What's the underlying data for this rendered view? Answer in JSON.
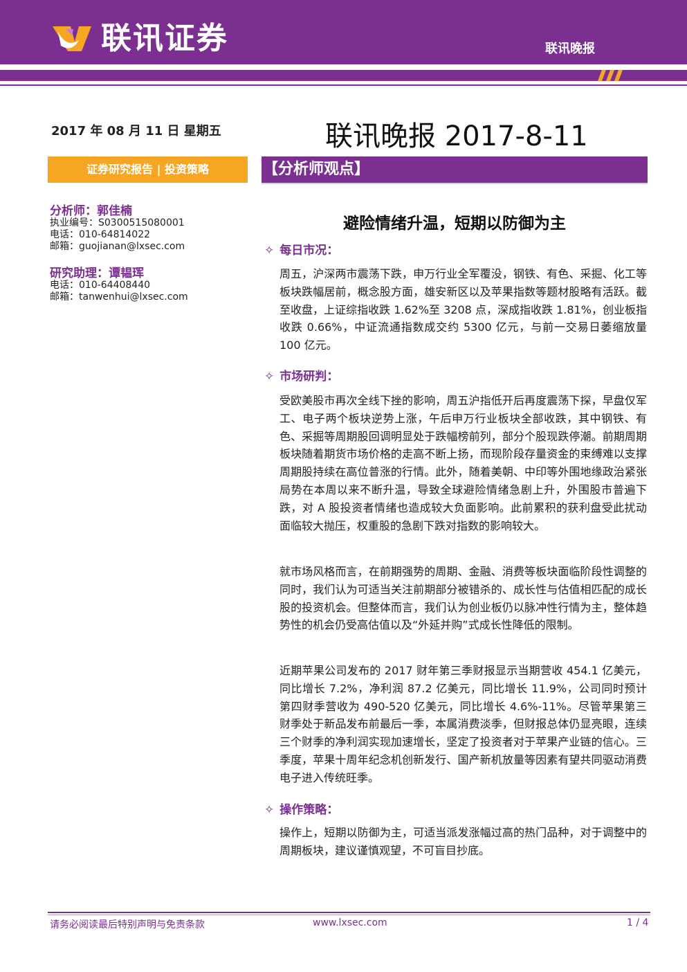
{
  "header": {
    "brand": "联讯证券",
    "tag": "联讯晚报",
    "colors": {
      "brand_purple": "#7b2f91",
      "accent_orange": "#f6a623"
    },
    "logo_icon": "lianxun-logo-icon"
  },
  "report": {
    "date": "2017 年 08 月 11 日 星期五",
    "title": "联讯晚报 2017-8-11",
    "category": "证券研究报告 | 投资策略",
    "view_label": "【分析师观点】"
  },
  "analyst": {
    "name": "分析师：郭佳楠",
    "license": "执业编号：S0300515080001",
    "phone": "电话：010-64814022",
    "email": "邮箱：guojianan@lxsec.com"
  },
  "assistant": {
    "name": "研究助理：谭韫珲",
    "phone": "电话：010-64408440",
    "email": "邮箱：tanwenhui@lxsec.com"
  },
  "main": {
    "headline": "避险情绪升温，短期以防御为主",
    "sections": [
      {
        "heading": "每日市况：",
        "paragraphs": [
          "周五，沪深两市震荡下跌，申万行业全军覆没，钢铁、有色、采掘、化工等板块跌幅居前，概念股方面，雄安新区以及苹果指数等题材股略有活跃。截至收盘，上证综指收跌 1.62%至 3208 点，深成指收跌 1.81%，创业板指收跌 0.66%，中证流通指数成交约 5300 亿元，与前一交易日萎缩放量 100 亿元。"
        ]
      },
      {
        "heading": "市场研判：",
        "paragraphs": [
          "受欧美股市再次全线下挫的影响，周五沪指低开后再度震荡下探，早盘仅军工、电子两个板块逆势上涨，午后申万行业板块全部收跌，其中钢铁、有色、采掘等周期股回调明显处于跌幅榜前列，部分个股现跌停潮。前期周期板块随着期货市场价格的走高不断上扬，而现阶段存量资金的束缚难以支撑周期股持续在高位普涨的行情。此外，随着美朝、中印等外围地缘政治紧张局势在本周以来不断升温，导致全球避险情绪急剧上升，外围股市普遍下跌，对 A 股投资者情绪也造成较大负面影响。此前累积的获利盘受此扰动面临较大抛压，权重股的急剧下跌对指数的影响较大。",
          "就市场风格而言，在前期强势的周期、金融、消费等板块面临阶段性调整的同时，我们认为可适当关注前期部分被错杀的、成长性与估值相匹配的成长股的投资机会。但整体而言，我们认为创业板仍以脉冲性行情为主，整体趋势性的机会仍受高估值以及“外延并购”式成长性降低的限制。",
          "近期苹果公司发布的 2017 财年第三季财报显示当期营收 454.1 亿美元，同比增长 7.2%，净利润 87.2 亿美元，同比增长 11.9%，公司同时预计第四财季营收为 490-520 亿美元，同比增长 4.6%-11%。尽管苹果第三财季处于新品发布前最后一季，本属消费淡季，但财报总体仍显亮眼，连续三个财季的净利润实现加速增长，坚定了投资者对于苹果产业链的信心。三季度，苹果十周年纪念机创新发行、国产新机放量等因素有望共同驱动消费电子进入传统旺季。"
        ]
      },
      {
        "heading": "操作策略：",
        "paragraphs": [
          "操作上，短期以防御为主，可适当派发涨幅过高的热门品种，对于调整中的周期板块，建议谨慎观望，不可盲目抄底。"
        ]
      }
    ]
  },
  "footer": {
    "disclaimer": "请务必阅读最后特别声明与免责条款",
    "website": "www.lxsec.com",
    "page": "1 / 4"
  }
}
